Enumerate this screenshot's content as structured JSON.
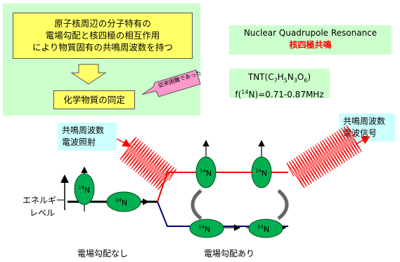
{
  "panel": {
    "yellow_lines": [
      "原子核周辺の分子特有の",
      "電場勾配と核四極の相互作用",
      "により物質固有の共鳴周波数を持つ"
    ],
    "identify": "化学物質の同定",
    "tag": "従来困難であった"
  },
  "nqr": {
    "title": "Nuclear Quadrupole Resonance",
    "kanji": "核四極共鳴"
  },
  "tnt": {
    "prefix": "TNT(C",
    "s7": "7",
    "h": "H",
    "s5": "5",
    "n": "N",
    "s3": "3",
    "o": "O",
    "s6": "6",
    "suffix": ")",
    "freq_prefix": "f(",
    "freq_sup": "14",
    "freq_suffix": "N)=0.71-0.87MHz"
  },
  "labels": {
    "in_line1": "共鳴周波数",
    "in_line2": "電波照射",
    "out_line1": "共鳴周波数",
    "out_line2": "電波信号",
    "energy_line1": "エネルギー",
    "energy_line2": "レベル",
    "no_gradient": "電場勾配なし",
    "with_gradient": "電場勾配あり"
  },
  "nucleus": {
    "sup": "14",
    "sym": "N"
  },
  "colors": {
    "green_panel": "#ccffcc",
    "yellow": "#ffff66",
    "cyan": "#ccffff",
    "red": "#ff0000",
    "blue": "#000080",
    "nucleus": "#00b050",
    "kanji_red": "#ff0000"
  }
}
